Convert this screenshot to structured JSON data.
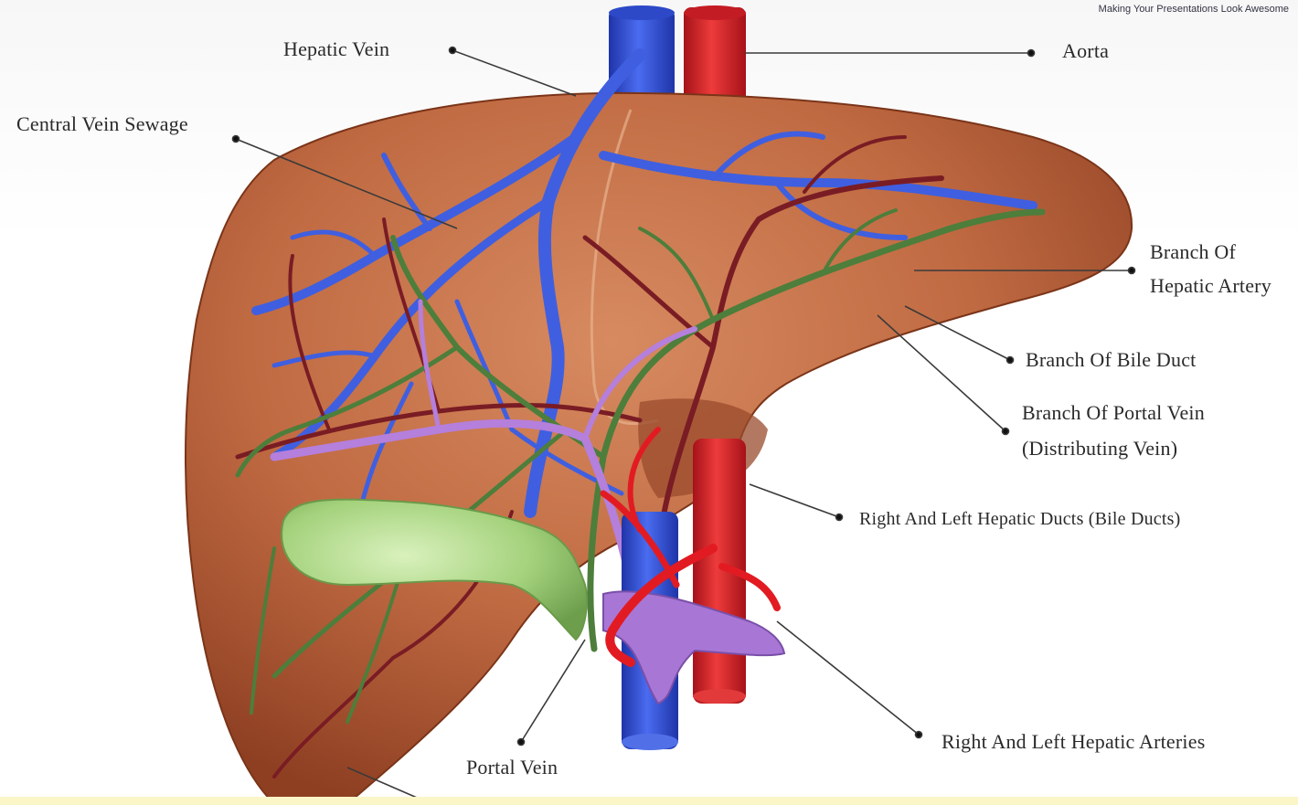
{
  "tagline": "Making Your Presentations Look Awesome",
  "labels": {
    "hepatic_vein": "Hepatic Vein",
    "aorta": "Aorta",
    "central_vein_sewage": "Central Vein Sewage",
    "branch_hepatic_artery_1": "Branch Of",
    "branch_hepatic_artery_2": "Hepatic Artery",
    "branch_bile_duct": "Branch Of Bile Duct",
    "branch_portal_vein_1": "Branch Of Portal Vein",
    "branch_portal_vein_2": "(Distributing Vein)",
    "right_left_hepatic_ducts": "Right And Left Hepatic Ducts (Bile Ducts)",
    "right_left_hepatic_arteries": "Right And Left Hepatic Arteries",
    "portal_vein": "Portal Vein"
  },
  "colors": {
    "liver": "#b95a36",
    "liver_light": "#d98a62",
    "hepatic_vein": "#3a5bd9",
    "aorta": "#d8222a",
    "bile_duct": "#4b7a3a",
    "portal_vein": "#a877d6",
    "gallbladder": "#9fd07a",
    "artery_dark": "#8a1d1d"
  }
}
